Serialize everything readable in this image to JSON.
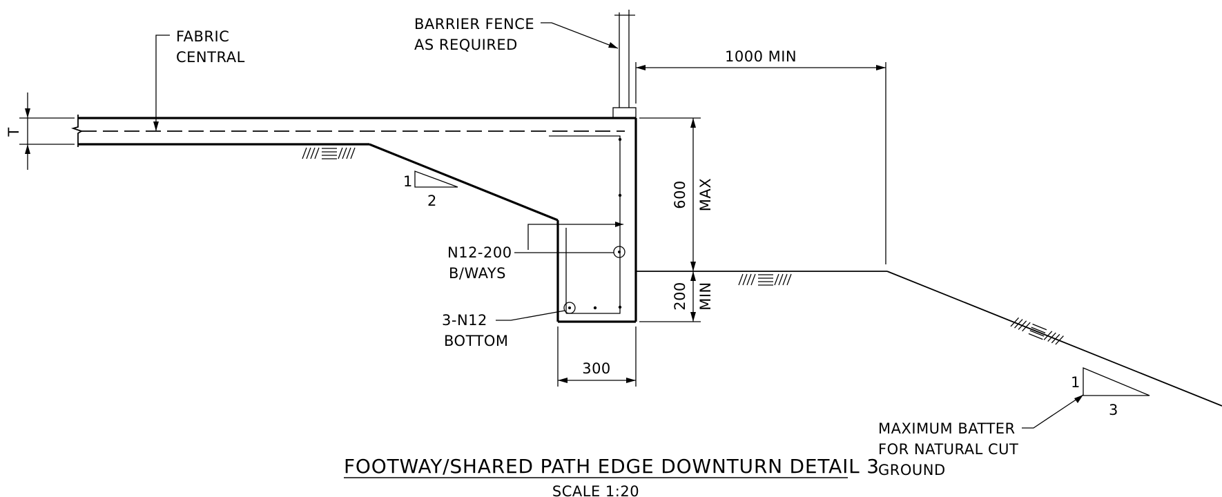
{
  "title": "FOOTWAY/SHARED PATH EDGE DOWNTURN DETAIL 3",
  "scale": "SCALE 1:20",
  "labels": {
    "fabric_line1": "FABRIC",
    "fabric_line2": "CENTRAL",
    "fence_line1": "BARRIER FENCE",
    "fence_line2": "AS REQUIRED",
    "thickness": "T",
    "slope_rise": "1",
    "slope_run": "2",
    "bar_n12_line1": "N12-200",
    "bar_n12_line2": "B/WAYS",
    "bar_bottom_line1": "3-N12",
    "bar_bottom_line2": "BOTTOM",
    "batter_rise": "1",
    "batter_run": "3",
    "batter_line1": "MAXIMUM BATTER",
    "batter_line2": "FOR NATURAL CUT",
    "batter_line3": "GROUND"
  },
  "dimensions": {
    "d_1000": "1000 MIN",
    "d_600": "600",
    "d_600_sub": "MAX",
    "d_200": "200",
    "d_200_sub": "MIN",
    "d_300": "300"
  },
  "colors": {
    "ink": "#000000",
    "paper": "#ffffff"
  }
}
